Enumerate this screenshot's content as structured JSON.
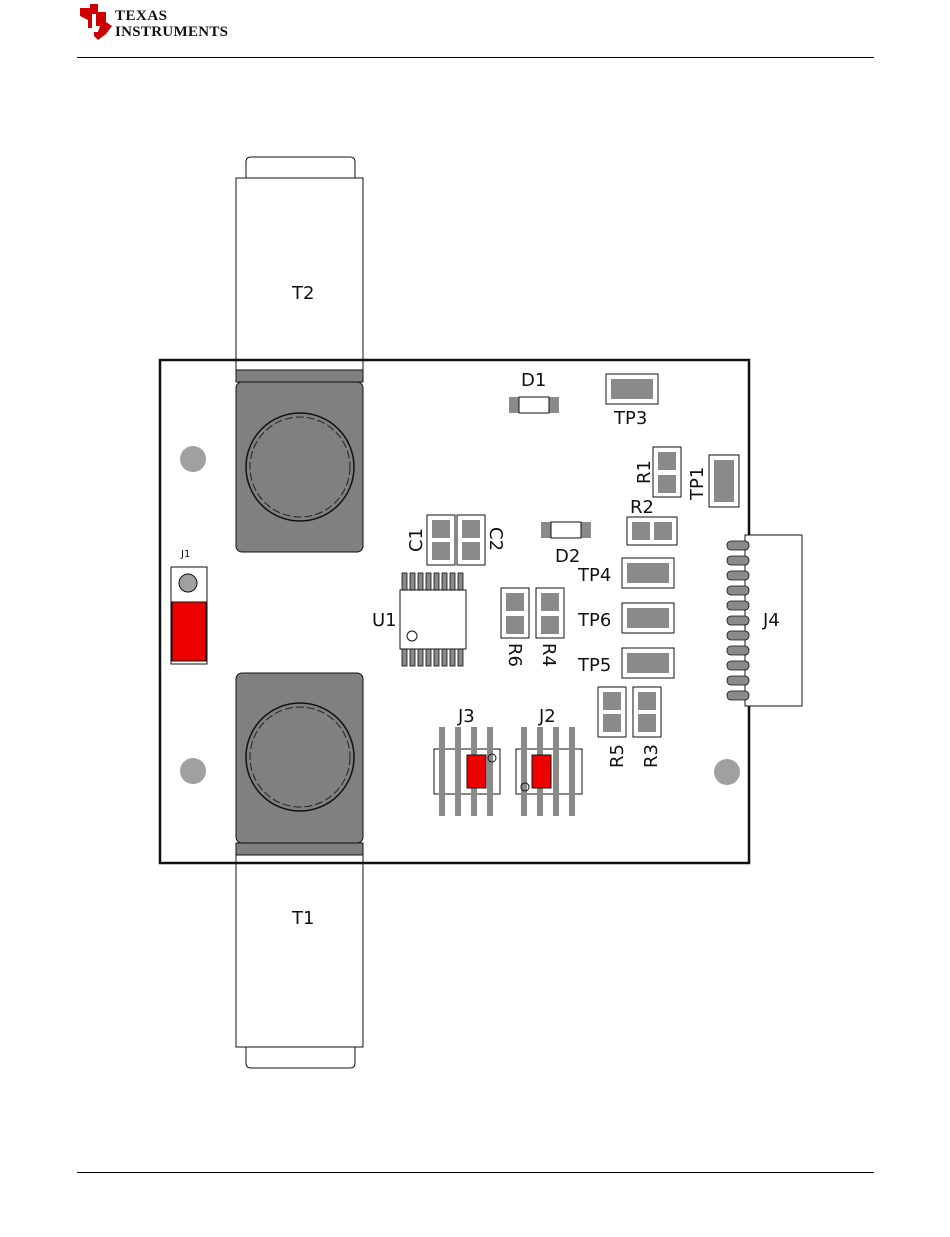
{
  "header": {
    "logo": {
      "line1": "Texas",
      "line2": "Instruments",
      "brand_color": "#cc0000"
    }
  },
  "colors": {
    "pad": "#8a8a8a",
    "inductor_body": "#808080",
    "highlight": "#ee0000",
    "outline": "#111111",
    "mount_hole": "#a0a0a0"
  },
  "components": {
    "T2": "T2",
    "T1": "T1",
    "D1": "D1",
    "D2": "D2",
    "TP1": "TP1",
    "TP3": "TP3",
    "TP4": "TP4",
    "TP5": "TP5",
    "TP6": "TP6",
    "R1": "R1",
    "R2": "R2",
    "R3": "R3",
    "R4": "R4",
    "R5": "R5",
    "R6": "R6",
    "C1": "C1",
    "C2": "C2",
    "U1": "U1",
    "J1": "J1",
    "J2": "J2",
    "J3": "J3",
    "J4": "J4"
  }
}
